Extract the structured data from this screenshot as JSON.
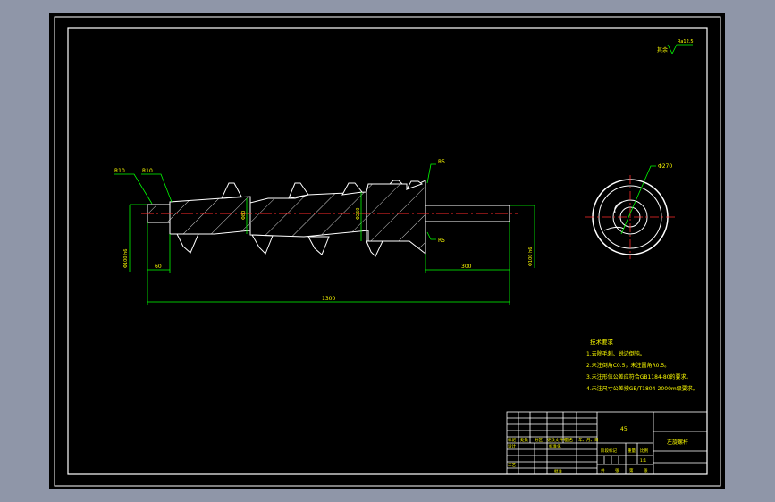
{
  "drawing": {
    "surface_roughness": {
      "label": "其余",
      "value": "Ra12.5"
    },
    "labels": {
      "chamfer_left_outer": "R10",
      "chamfer_left_inner": "R10",
      "fillet_top": "R5",
      "fillet_bottom": "R5",
      "center_dim_1": "Φ80",
      "center_dim_2": "Φ260",
      "left_dia": "Φ100 h6",
      "right_dia": "Φ100 h6",
      "left_len": "60",
      "right_len": "300",
      "total_len": "1300",
      "end_view_dia": "Φ270"
    },
    "tech_requirements": {
      "title": "技术要求",
      "items": [
        "1.去除毛刺、锐边倒钝。",
        "2.未注倒角C0.5，未注圆角R0.5。",
        "3.未注形位公差应符合GB1184-80的要求。",
        "4.未注尺寸公差按GB/T1804-2000m级要求。"
      ]
    },
    "title_block": {
      "material": "45",
      "part_name": "左旋螺杆",
      "scale_label": "比例",
      "scale": "1:1",
      "row_labels": [
        "标记",
        "处数",
        "分区",
        "更改文件号",
        "签名",
        "年、月、日"
      ],
      "design_label": "设计",
      "process_label": "工艺",
      "std_label": "标准化",
      "approve_label": "批准",
      "stage_label": "阶段标记",
      "weight_label": "重量",
      "sheet_labels": [
        "共",
        "张",
        "第",
        "张"
      ]
    }
  },
  "colors": {
    "outer_bg": "#8f96a8",
    "paper": "#000000",
    "frame": "#ffffff",
    "hatch": "#ffffff",
    "center": "#ff2a2a",
    "dim": "#00ff00",
    "text": "#ffff00"
  }
}
